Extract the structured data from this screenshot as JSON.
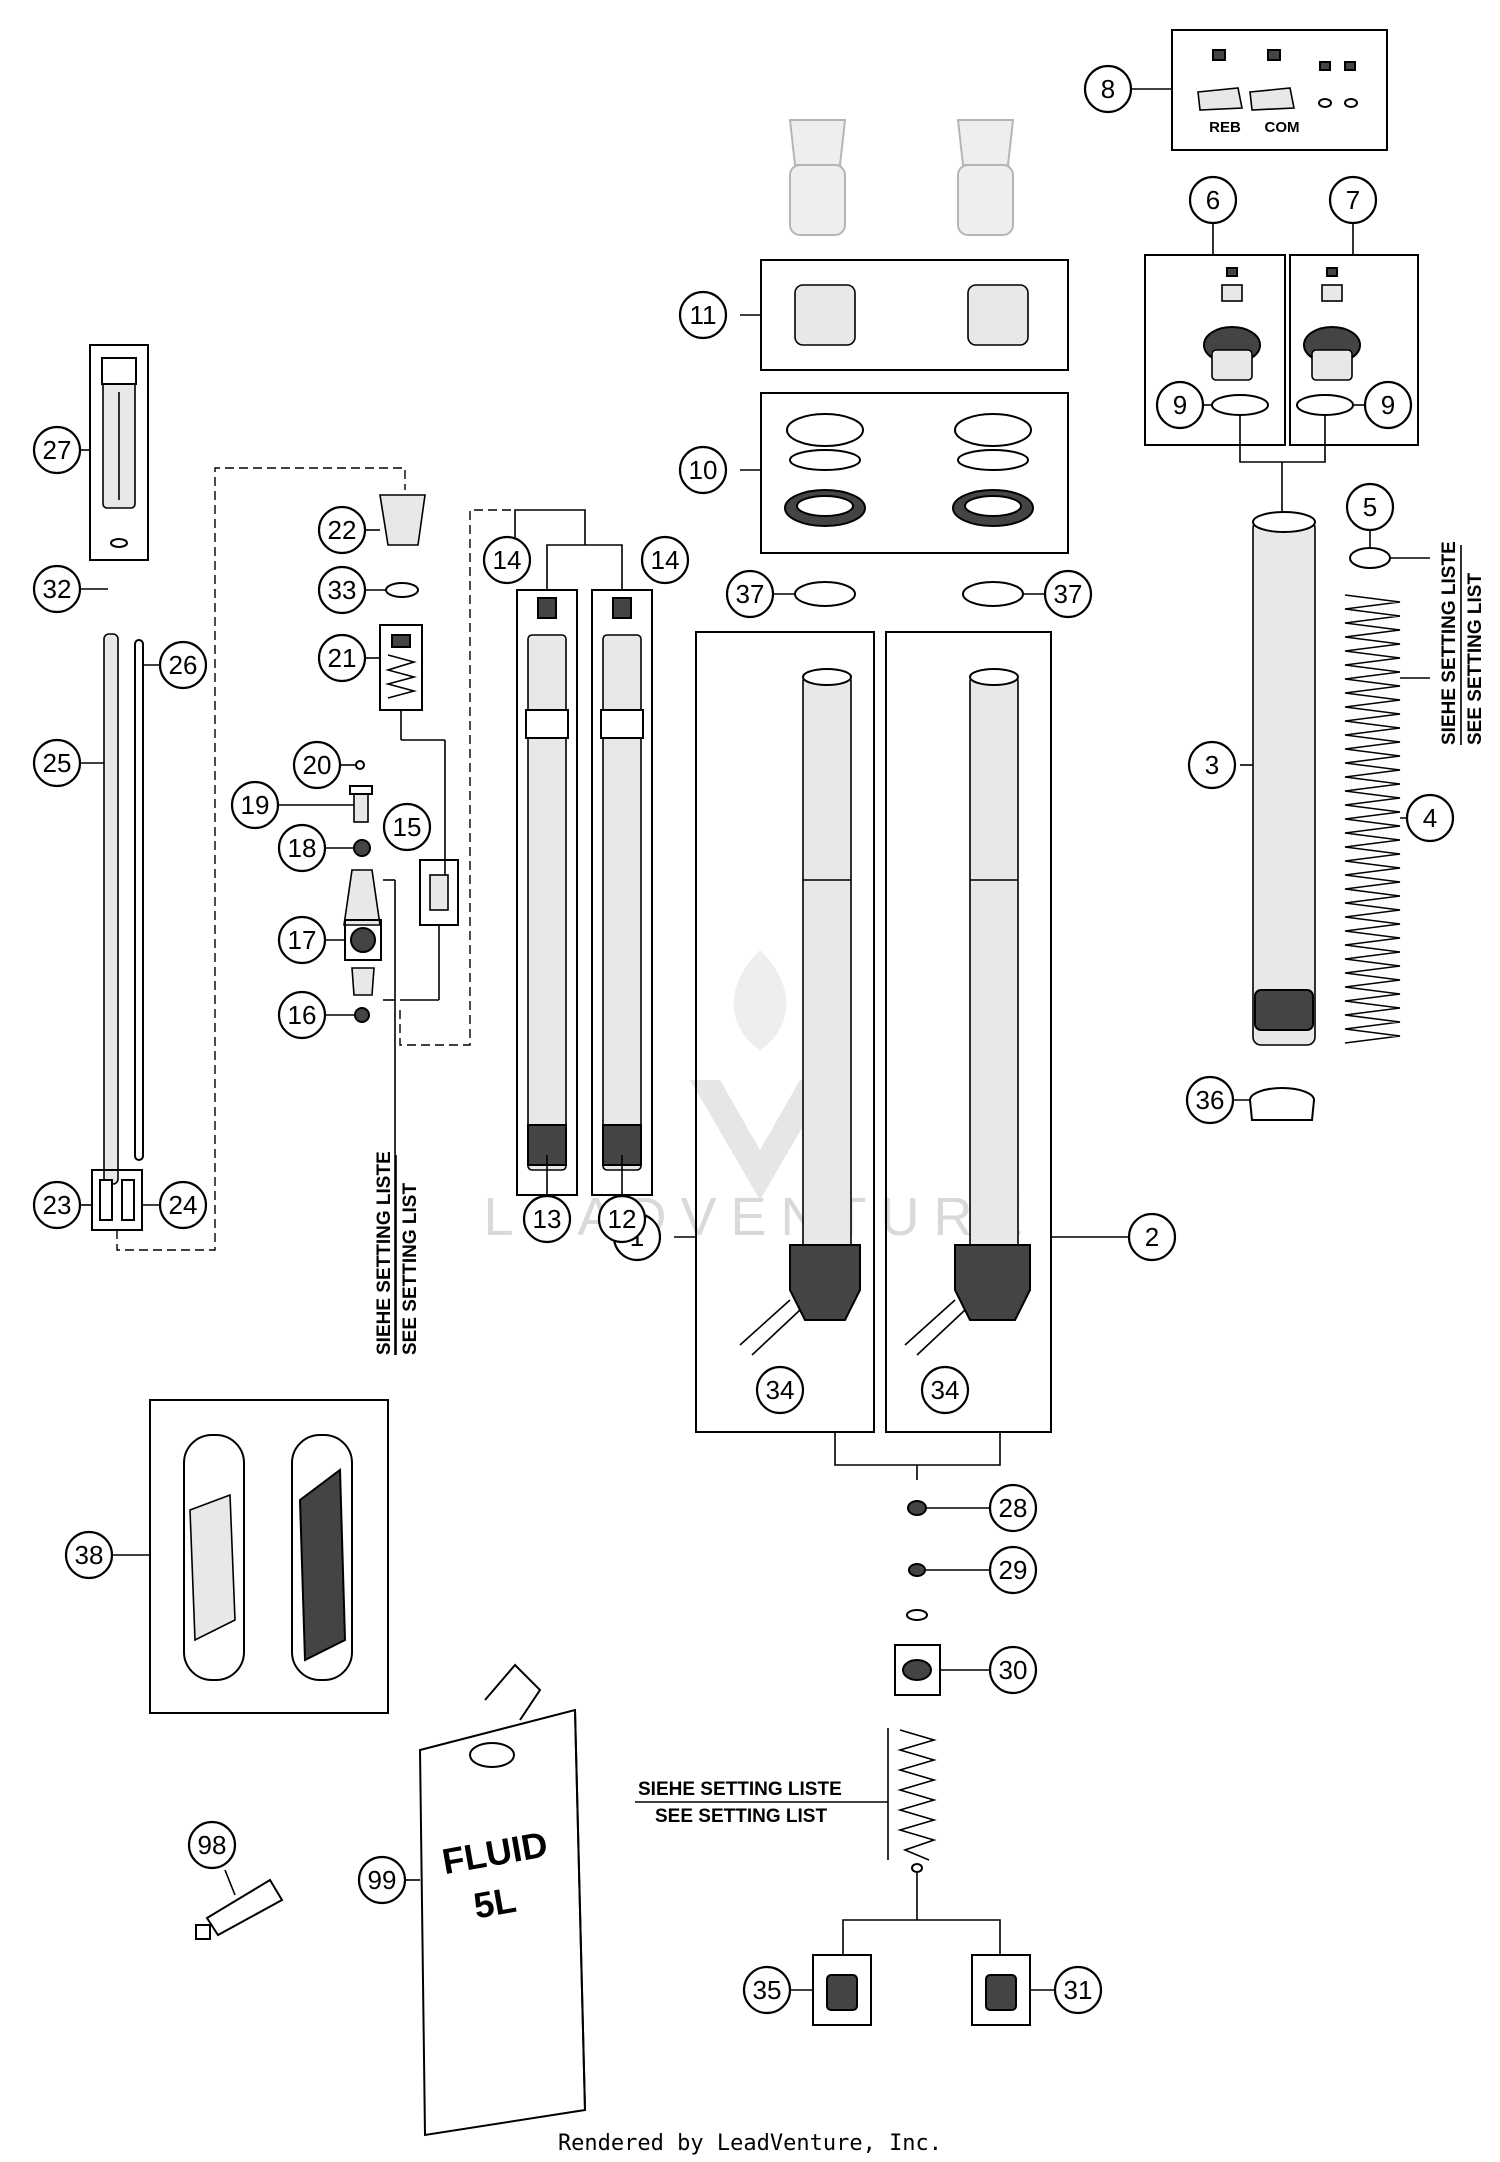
{
  "diagram": {
    "callouts": {
      "c1": "1",
      "c2": "2",
      "c3": "3",
      "c4": "4",
      "c5": "5",
      "c6": "6",
      "c7": "7",
      "c8": "8",
      "c9a": "9",
      "c9b": "9",
      "c10": "10",
      "c11": "11",
      "c12": "12",
      "c13": "13",
      "c14a": "14",
      "c14b": "14",
      "c15": "15",
      "c16": "16",
      "c17": "17",
      "c18": "18",
      "c19": "19",
      "c20": "20",
      "c21": "21",
      "c22": "22",
      "c23": "23",
      "c24": "24",
      "c25": "25",
      "c26": "26",
      "c27": "27",
      "c28": "28",
      "c29": "29",
      "c30": "30",
      "c31": "31",
      "c32": "32",
      "c33": "33",
      "c34a": "34",
      "c34b": "34",
      "c35": "35",
      "c36": "36",
      "c37a": "37",
      "c37b": "37",
      "c38": "38",
      "c98": "98",
      "c99": "99"
    },
    "notes": {
      "siehe": "SIEHE SETTING LISTE",
      "see": "SEE SETTING LIST"
    },
    "labels": {
      "reb": "REB",
      "com": "COM",
      "fluid": "FLUID",
      "fluid_volume": "5L"
    },
    "watermark": "LEADVENTURE",
    "footer": "Rendered by LeadVenture, Inc."
  }
}
